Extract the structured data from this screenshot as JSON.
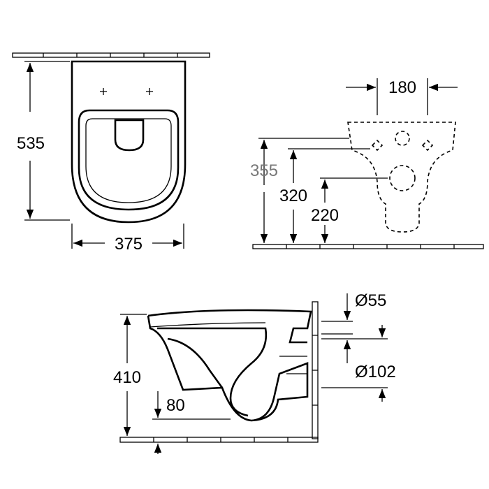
{
  "dimensions": {
    "front_height": "535",
    "front_width": "375",
    "fixing_spacing": "180",
    "height_355": "355",
    "height_320": "320",
    "height_220": "220",
    "side_height": "410",
    "side_80": "80",
    "pipe_55": "Ø55",
    "pipe_102": "Ø102"
  },
  "colors": {
    "line": "#000000",
    "secondary_text": "#777777"
  }
}
